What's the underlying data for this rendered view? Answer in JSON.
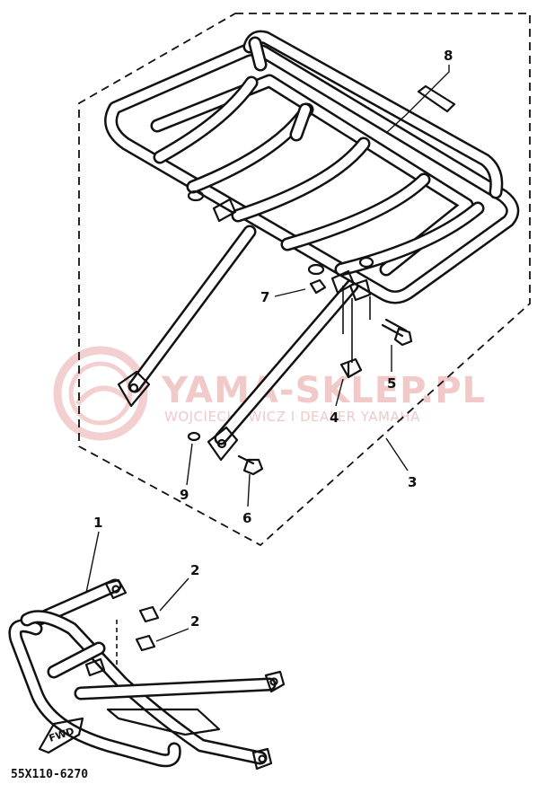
{
  "diagram": {
    "callouts": [
      "1",
      "2",
      "2",
      "3",
      "4",
      "5",
      "6",
      "7",
      "8",
      "9"
    ],
    "part_code": "55X110-6270",
    "direction_label": "FWD"
  },
  "watermark": {
    "title": "YAMA-SKLEP.PL",
    "subtitle": "WOJCIECHOWICZ I DEALER YAMAHA",
    "color": "#f1c9c9"
  }
}
